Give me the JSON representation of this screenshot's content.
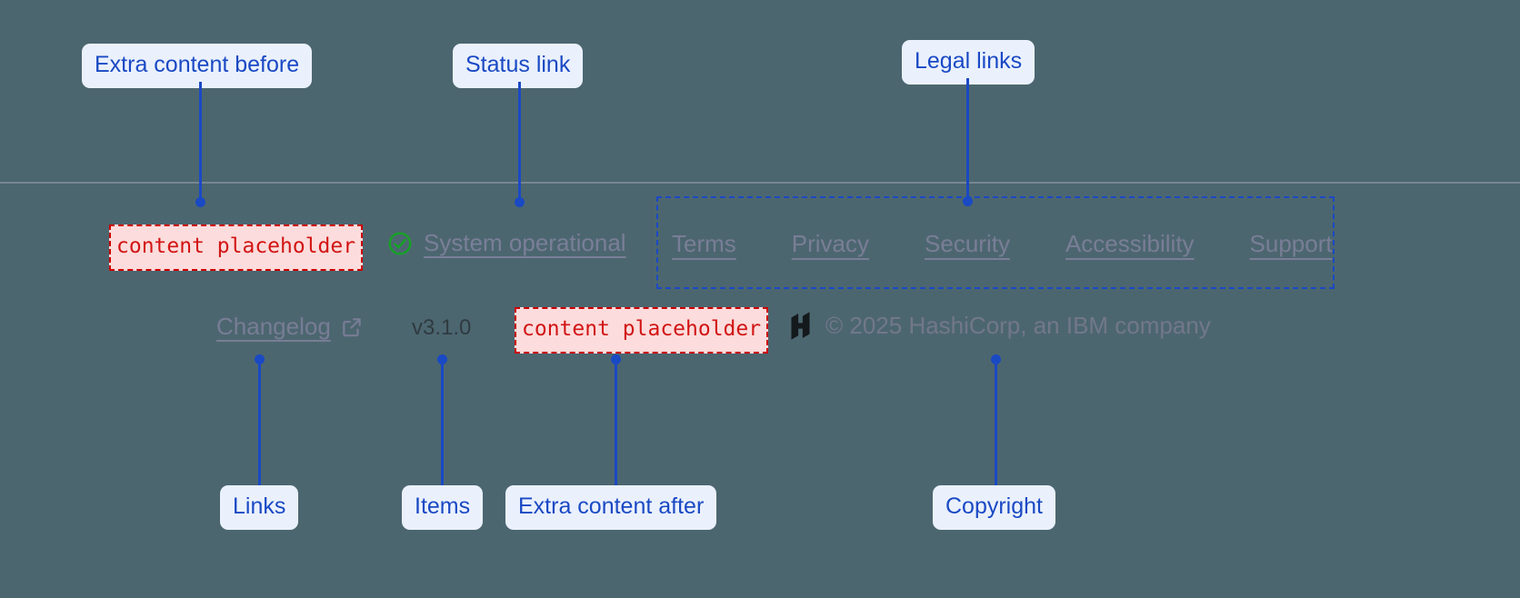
{
  "page": {
    "background_color": "#4c6670",
    "accent_color": "#1a49c4",
    "placeholder_color": "#d21414",
    "muted_link_color": "#797e96"
  },
  "annotations": {
    "extra_before": {
      "label": "Extra content before"
    },
    "status_link": {
      "label": "Status link"
    },
    "legal_links": {
      "label": "Legal links"
    },
    "links": {
      "label": "Links"
    },
    "items": {
      "label": "Items"
    },
    "extra_after": {
      "label": "Extra content after"
    },
    "copyright": {
      "label": "Copyright"
    }
  },
  "footer": {
    "placeholder_before": {
      "text": "content placeholder"
    },
    "placeholder_after": {
      "text": "content placeholder"
    },
    "status": {
      "icon": "check-circle-icon",
      "label": "System operational"
    },
    "legal": {
      "links": [
        {
          "label": "Terms"
        },
        {
          "label": "Privacy"
        },
        {
          "label": "Security"
        },
        {
          "label": "Accessibility"
        },
        {
          "label": "Support"
        }
      ]
    },
    "changelog": {
      "label": "Changelog",
      "icon": "external-link-icon"
    },
    "version": {
      "text": "v3.1.0"
    },
    "copyright": {
      "logo": "hashicorp-logo",
      "text": "© 2025 HashiCorp, an IBM company"
    }
  }
}
